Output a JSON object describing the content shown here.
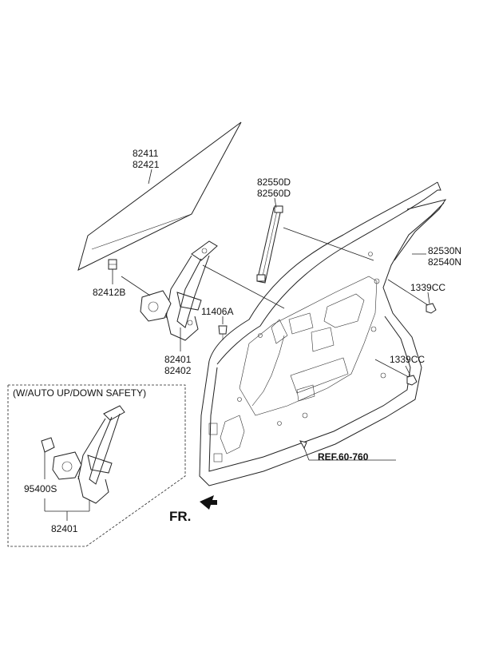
{
  "labels": {
    "glass": [
      "82411",
      "82421"
    ],
    "glass_clip": "82412B",
    "regulator": [
      "82401",
      "82402"
    ],
    "bolt": "11406A",
    "channel": [
      "82550D",
      "82560D"
    ],
    "weatherstrip": [
      "82530N",
      "82540N"
    ],
    "nut_upper": "1339CC",
    "nut_lower": "1339CC",
    "ref": "REF.60-760",
    "inset_title": "(W/AUTO UP/DOWN  SAFETY)",
    "inset_motor": "95400S",
    "inset_regulator": "82401",
    "front": "FR."
  }
}
